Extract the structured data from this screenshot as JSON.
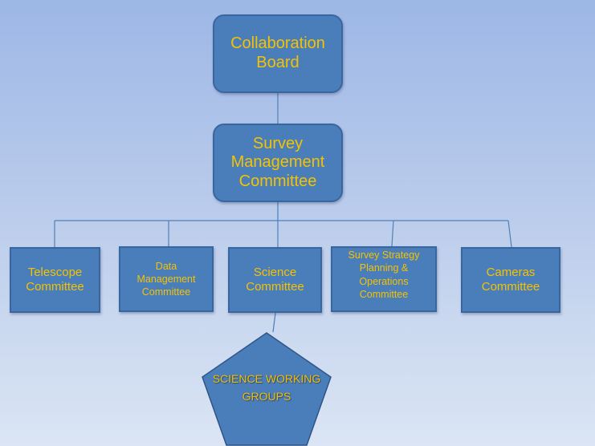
{
  "nodes": {
    "collaboration_board": [
      "Collaboration",
      "Board"
    ],
    "survey_management_committee": [
      "Survey",
      "Management",
      "Committee"
    ],
    "telescope_committee": [
      "Telescope",
      "Committee"
    ],
    "data_management_committee": [
      "Data",
      "Management",
      "Committee"
    ],
    "science_committee": [
      "Science",
      "Committee"
    ],
    "survey_strategy_committee": [
      "Survey Strategy",
      "Planning &",
      "Operations",
      "Committee"
    ],
    "cameras_committee": [
      "Cameras",
      "Committee"
    ],
    "science_working_groups": [
      "SCIENCE",
      "WORKING",
      "GROUPS"
    ]
  },
  "colors": {
    "box_fill": "#4a7ebb",
    "box_border": "#3a66a0",
    "text": "#f4c200",
    "connector": "#4f7fb8"
  }
}
